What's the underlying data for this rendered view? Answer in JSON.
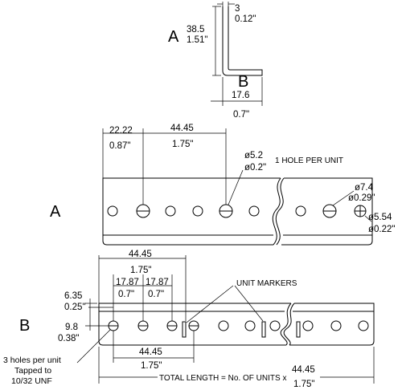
{
  "profile": {
    "section_label": "A",
    "height_mm": "38.5",
    "height_in": "1.51\"",
    "thickness_mm": "3",
    "thickness_in": "0.12\"",
    "section_label_b": "B",
    "flange_mm": "17.6",
    "flange_in": "0.7\""
  },
  "rail_a": {
    "label": "A",
    "offset_mm": "22.22",
    "offset_in": "0.87\"",
    "pitch_mm": "44.45",
    "pitch_in": "1.75\"",
    "small_hole_mm": "ø5.2",
    "small_hole_in": "ø0.2\"",
    "hole_note": "1 HOLE PER UNIT",
    "large_hole_mm": "ø7.4",
    "large_hole_in": "ø0.29\"",
    "end_hole_mm": "ø5.54",
    "end_hole_in": "ø0.22\""
  },
  "rail_b": {
    "label": "B",
    "pitch_mm": "44.45",
    "pitch_in": "1.75\"",
    "sub1_mm": "17.87",
    "sub1_in": "0.7\"",
    "sub2_mm": "17.87",
    "sub2_in": "0.7\"",
    "unit_markers": "UNIT MARKERS",
    "edge_mm": "6.35",
    "edge_in": "0.25\"",
    "height_mm": "9.8",
    "height_in": "0.38\"",
    "holes_note": [
      "3 holes per unit",
      "Tapped to",
      "10/32 UNF"
    ],
    "bottom_pitch_mm": "44.45",
    "bottom_pitch_in": "1.75\"",
    "total_length_text": "TOTAL LENGTH = No. OF UNITS x",
    "total_mm": "44.45",
    "total_in": "1.75\""
  }
}
